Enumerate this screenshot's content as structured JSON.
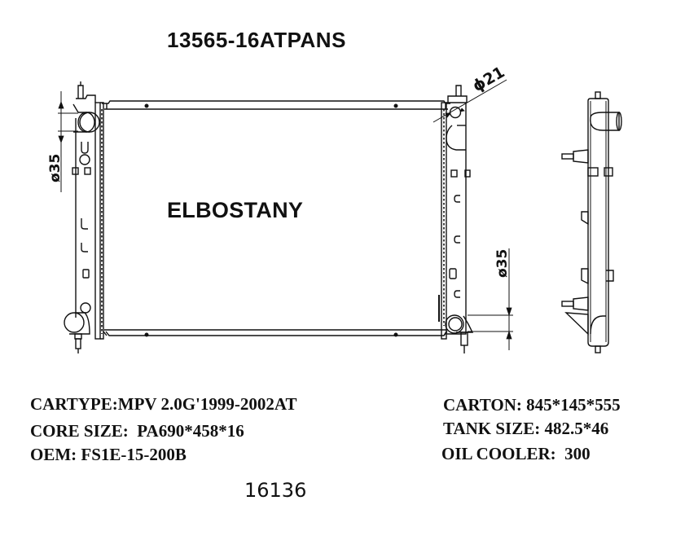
{
  "title": "13565-16ATPANS",
  "brand": "ELBOSTANY",
  "catalog_number": "16136",
  "drawing": {
    "views": [
      "front-view",
      "side-view"
    ],
    "dimensions": {
      "left_inlet_diameter": "ø35",
      "right_outlet_diameter": "ø35",
      "filler_neck_diameter": "ϕ21"
    }
  },
  "specs_left": [
    {
      "label": "CARTYPE:",
      "value": "MPV 2.0G'1999-2002AT",
      "text": "CARTYPE:MPV 2.0G'1999-2002AT"
    },
    {
      "label": "CORE SIZE:",
      "value": "PA690*458*16",
      "text": "CORE SIZE:  PA690*458*16"
    },
    {
      "label": "OEM:",
      "value": "FS1E-15-200B",
      "text": "OEM: FS1E-15-200B"
    }
  ],
  "specs_right": [
    {
      "label": "CARTON:",
      "value": "845*145*555",
      "text": "CARTON: 845*145*555"
    },
    {
      "label": "TANK SIZE:",
      "value": "482.5*46",
      "text": "TANK SIZE: 482.5*46"
    },
    {
      "label": "OIL COOLER:",
      "value": "300",
      "text": "OIL COOLER:  300"
    }
  ]
}
